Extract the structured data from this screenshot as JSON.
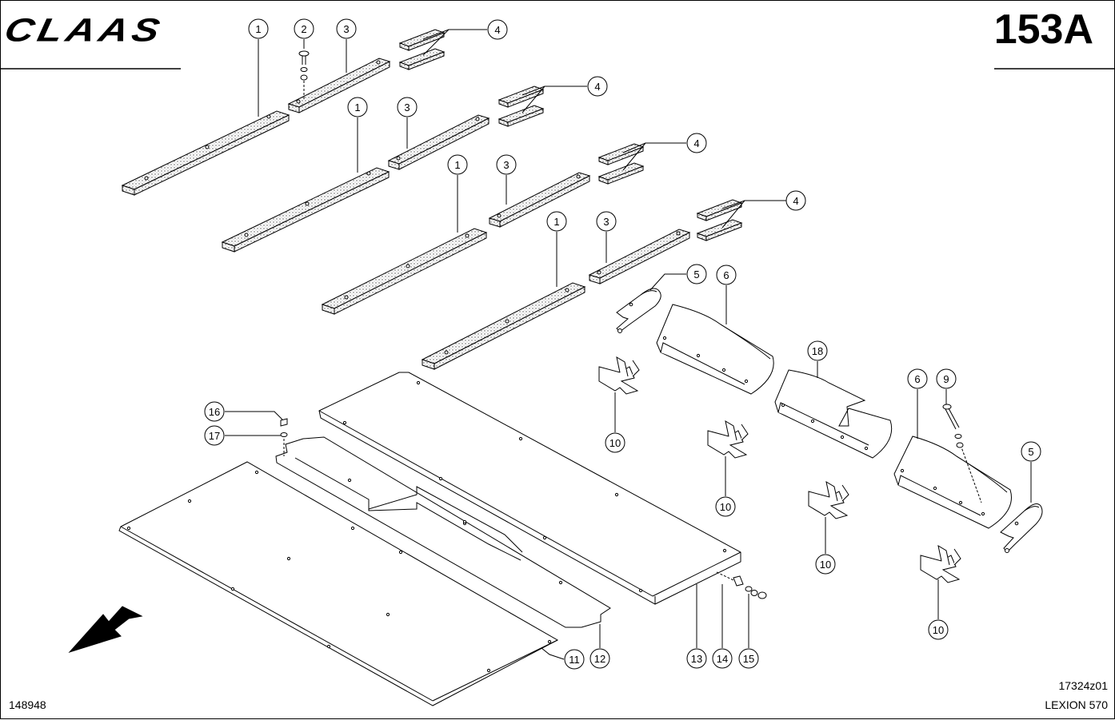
{
  "header": {
    "brand": "CLAAS",
    "page_code": "153A"
  },
  "footer": {
    "left_ref": "148948",
    "drawing_ref": "17324z01",
    "model": "LEXION 570"
  },
  "callouts": [
    {
      "id": "c1a",
      "label": "1"
    },
    {
      "id": "c2",
      "label": "2"
    },
    {
      "id": "c3a",
      "label": "3"
    },
    {
      "id": "c4a",
      "label": "4"
    },
    {
      "id": "c4b",
      "label": "4"
    },
    {
      "id": "c1b",
      "label": "1"
    },
    {
      "id": "c3b",
      "label": "3"
    },
    {
      "id": "c4c",
      "label": "4"
    },
    {
      "id": "c1c",
      "label": "1"
    },
    {
      "id": "c3c",
      "label": "3"
    },
    {
      "id": "c4d",
      "label": "4"
    },
    {
      "id": "c1d",
      "label": "1"
    },
    {
      "id": "c3d",
      "label": "3"
    },
    {
      "id": "c5a",
      "label": "5"
    },
    {
      "id": "c6a",
      "label": "6"
    },
    {
      "id": "c18",
      "label": "18"
    },
    {
      "id": "c6b",
      "label": "6"
    },
    {
      "id": "c9",
      "label": "9"
    },
    {
      "id": "c5b",
      "label": "5"
    },
    {
      "id": "c10a",
      "label": "10"
    },
    {
      "id": "c10b",
      "label": "10"
    },
    {
      "id": "c10c",
      "label": "10"
    },
    {
      "id": "c10d",
      "label": "10"
    },
    {
      "id": "c16",
      "label": "16"
    },
    {
      "id": "c17",
      "label": "17"
    },
    {
      "id": "c11",
      "label": "11"
    },
    {
      "id": "c12",
      "label": "12"
    },
    {
      "id": "c13",
      "label": "13"
    },
    {
      "id": "c14",
      "label": "14"
    },
    {
      "id": "c15",
      "label": "15"
    }
  ]
}
